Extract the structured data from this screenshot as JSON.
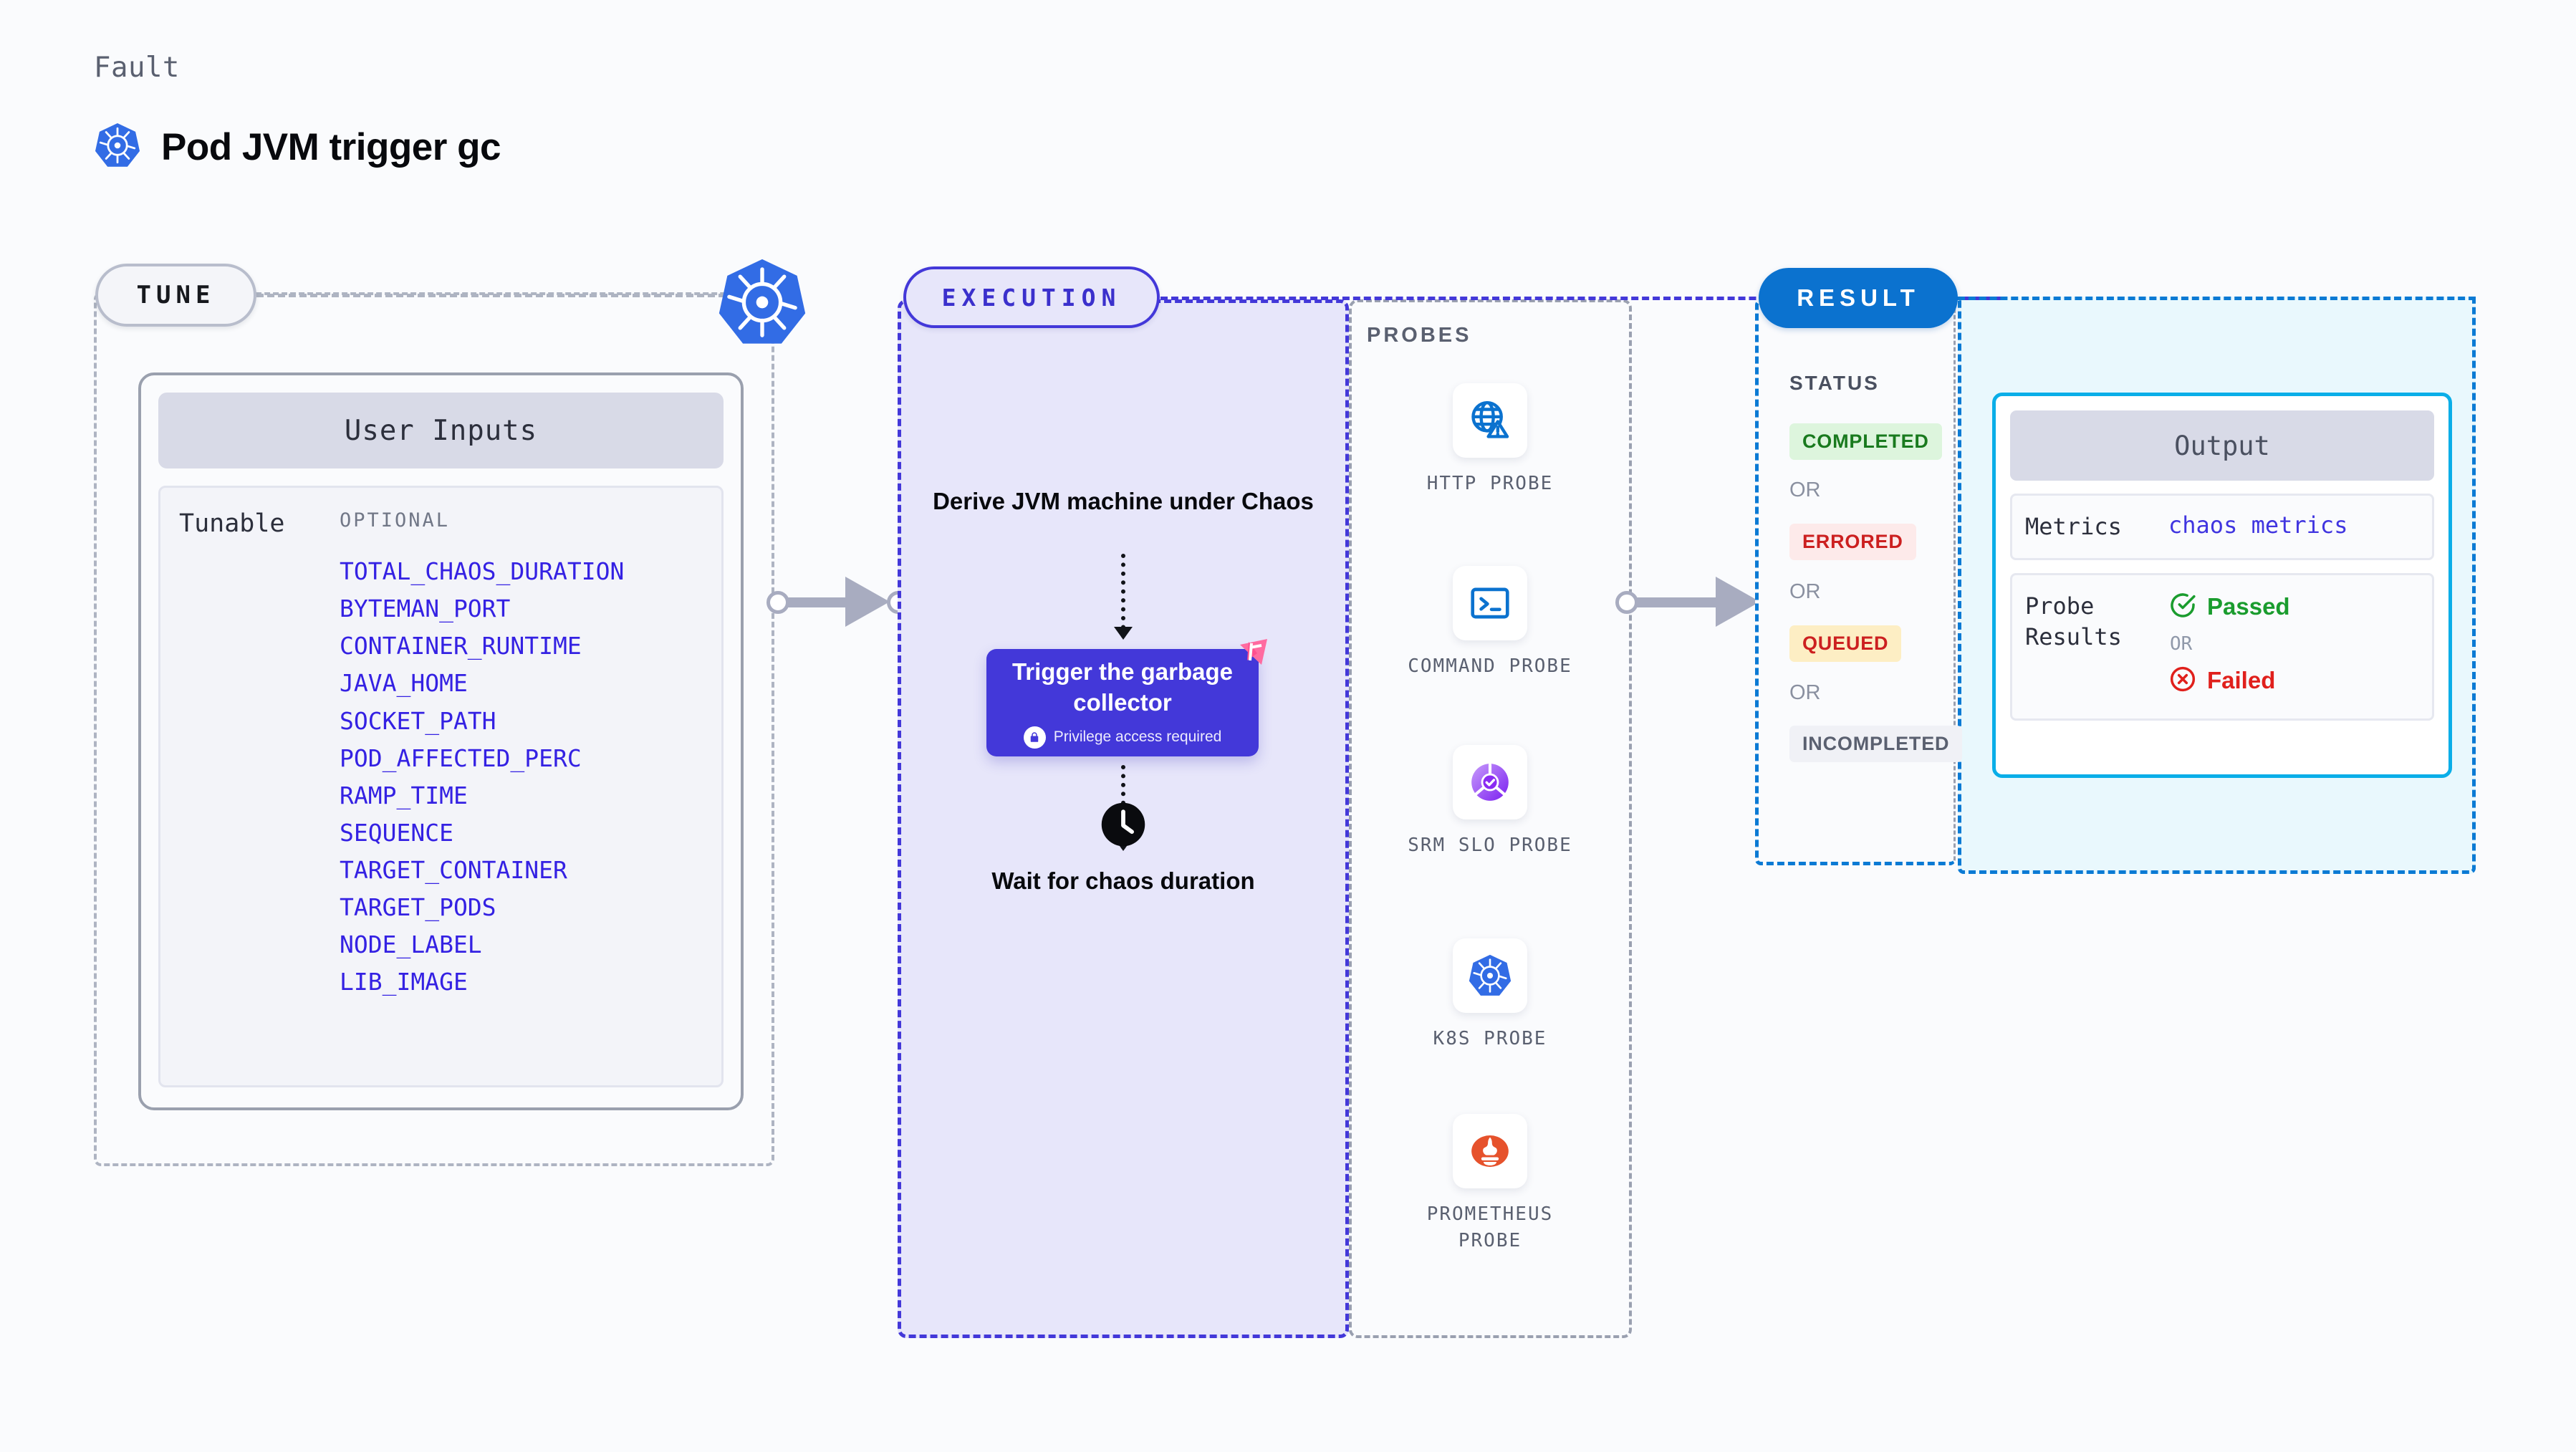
{
  "header": {
    "kicker": "Fault",
    "title": "Pod JVM trigger gc",
    "icon": "kubernetes-icon"
  },
  "tune": {
    "badge": "TUNE",
    "icon": "kubernetes-icon",
    "inputs_title": "User Inputs",
    "tunable_label": "Tunable",
    "optional_label": "OPTIONAL",
    "params": [
      "TOTAL_CHAOS_DURATION",
      "BYTEMAN_PORT",
      "CONTAINER_RUNTIME",
      "JAVA_HOME",
      "SOCKET_PATH",
      "POD_AFFECTED_PERC",
      "RAMP_TIME",
      "SEQUENCE",
      "TARGET_CONTAINER",
      "TARGET_PODS",
      "NODE_LABEL",
      "LIB_IMAGE"
    ]
  },
  "execution": {
    "badge": "EXECUTION",
    "step1": "Derive JVM machine under Chaos",
    "action_title": "Trigger the garbage collector",
    "action_note": "Privilege access required",
    "action_note_icon": "lock-icon",
    "action_flag_icon": "pink-flag-icon",
    "step3": "Wait for chaos duration",
    "step3_icon": "clock-icon"
  },
  "probes": {
    "caption": "PROBES",
    "items": [
      {
        "name": "HTTP PROBE",
        "icon": "globe-warning-icon"
      },
      {
        "name": "COMMAND PROBE",
        "icon": "terminal-icon"
      },
      {
        "name": "SRM SLO PROBE",
        "icon": "slo-gauge-icon"
      },
      {
        "name": "K8S PROBE",
        "icon": "kubernetes-icon"
      },
      {
        "name": "PROMETHEUS PROBE",
        "icon": "prometheus-icon"
      }
    ]
  },
  "result": {
    "badge": "RESULT",
    "status_caption": "STATUS",
    "or_label": "OR",
    "statuses": [
      {
        "label": "COMPLETED",
        "color": "#197a1e",
        "bg": "#ddf5dd"
      },
      {
        "label": "ERRORED",
        "color": "#cc2020",
        "bg": "#fdeaea"
      },
      {
        "label": "QUEUED",
        "color": "#cc2020",
        "bg": "#fdeec4"
      },
      {
        "label": "INCOMPLETED",
        "color": "#5a6070",
        "bg": "#f0f1f6"
      }
    ],
    "output": {
      "title": "Output",
      "metrics_key": "Metrics",
      "metrics_value": "chaos metrics",
      "probe_results_key": "Probe Results",
      "passed_label": "Passed",
      "passed_icon": "check-circle-icon",
      "passed_color": "#1a9c2e",
      "or_label": "OR",
      "failed_label": "Failed",
      "failed_icon": "x-circle-icon",
      "failed_color": "#e0201c"
    }
  },
  "colors": {
    "accent_purple": "#4338d9",
    "accent_blue": "#0b72cf",
    "accent_cyan": "#0aaee8",
    "param_blue": "#3421e3",
    "connector_gray": "#a8acc0"
  }
}
